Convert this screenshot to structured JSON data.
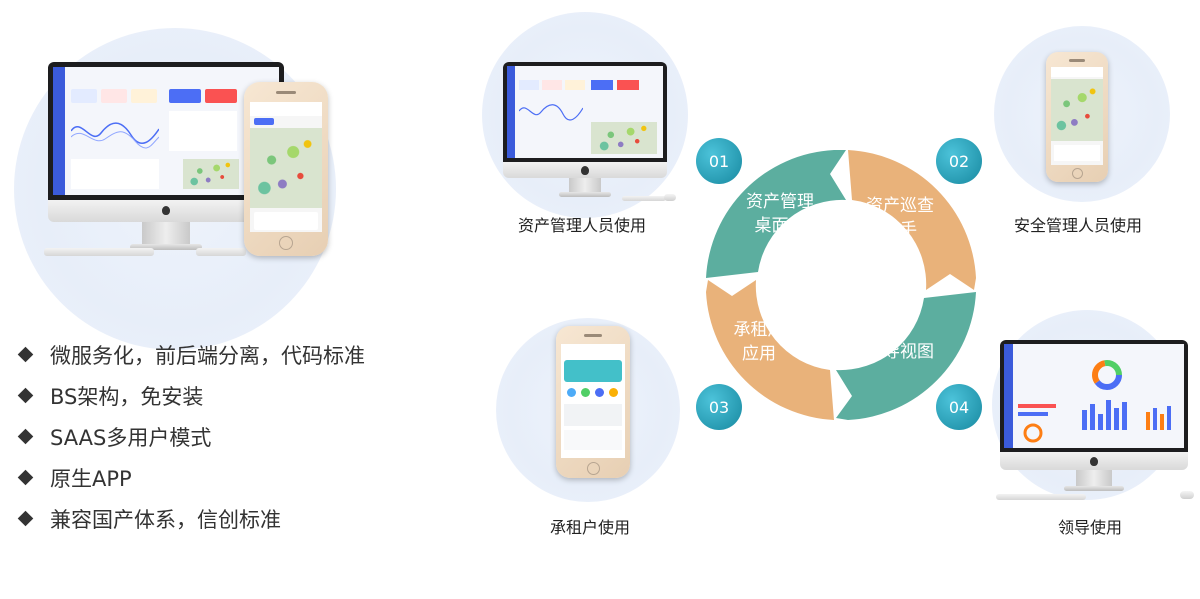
{
  "features": [
    "微服务化，前后端分离，代码标准",
    "BS架构，免安装",
    "SAAS多用户模式",
    "原生APP",
    "兼容国产体系，信创标准"
  ],
  "cycle": {
    "segments": [
      {
        "line1": "资产管理",
        "line2": "桌面端",
        "color": "#5cae9f"
      },
      {
        "line1": "资产巡查",
        "line2": "助手",
        "color": "#e9b27a"
      },
      {
        "line1": "领导视图",
        "line2": "",
        "color": "#5cae9f"
      },
      {
        "line1": "承租户",
        "line2": "应用",
        "color": "#e9b27a"
      }
    ],
    "numbers": [
      "01",
      "02",
      "03",
      "04"
    ]
  },
  "captions": {
    "asset_managers": "资产管理人员使用",
    "security_managers": "安全管理人员使用",
    "tenants": "承租户使用",
    "leaders": "领导使用"
  },
  "colors": {
    "teal": "#5cae9f",
    "orange": "#e9b27a",
    "number_bg": "#2aa6c2",
    "nav_blue": "#3b5bdb"
  }
}
